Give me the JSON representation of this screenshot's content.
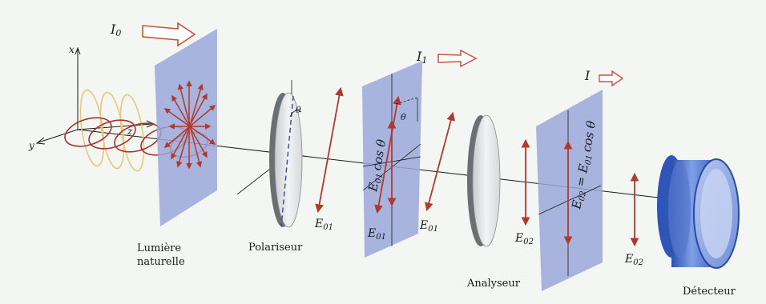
{
  "intensities": {
    "i0": {
      "sym": "I",
      "sub": "0"
    },
    "i1": {
      "sym": "I",
      "sub": "1"
    },
    "i": {
      "sym": "I"
    }
  },
  "axes": {
    "x": "x",
    "y": "y",
    "z": "z"
  },
  "labels": {
    "natural_light_line1": "Lumière",
    "natural_light_line2": "naturelle",
    "polarizer": "Polariseur",
    "analyzer": "Analyseur",
    "detector": "Détecteur"
  },
  "angles": {
    "theta_polarizer": "θ",
    "theta_plane": "θ"
  },
  "fields": {
    "e01": {
      "sym": "E",
      "sub": "01"
    },
    "e02": {
      "sym": "E",
      "sub": "02"
    },
    "e01_cos_theta": {
      "sym": "E",
      "sub": "01",
      "rest": "cos θ"
    },
    "e02_eq": {
      "sym": "E",
      "sub": "02",
      "eq": " = ",
      "sym2": "E",
      "sub2": "01",
      "rest": "cos θ"
    }
  },
  "colors": {
    "plane_fill": "#9aa8d8",
    "wave_red": "#a8322c",
    "wave_yellow": "#e8c878",
    "arrow_red": "#b0392e",
    "intensity_arrow": "#c8523e",
    "detector_blue": "#3f63c4"
  }
}
